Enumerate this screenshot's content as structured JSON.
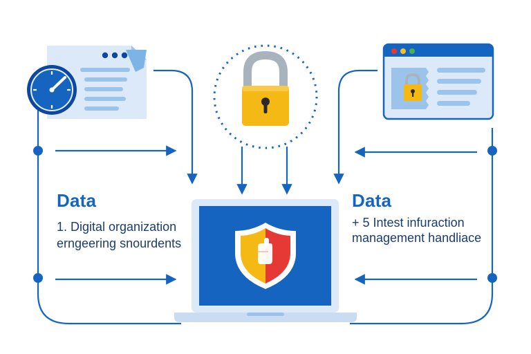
{
  "colors": {
    "blue": "#1565c0",
    "navy": "#0d47a1",
    "light_blue": "#dbe9f8",
    "mid_blue": "#9cc3ea",
    "gold": "#f5b916",
    "gray": "#a9b3bd",
    "red": "#e53935",
    "yellow_dot": "#f7c21b",
    "green_dot": "#4caf50",
    "text": "#1a3d6d"
  },
  "icons": {
    "clock": "clock-icon",
    "document": "document-icon",
    "padlock": "padlock-icon",
    "browser": "browser-window-icon",
    "laptop": "laptop-icon",
    "shield": "shield-icon",
    "fist": "fist-icon"
  },
  "left_panel": {
    "title": "Data",
    "line1": "1. Digital organization",
    "line2": "erngeering snourdents"
  },
  "right_panel": {
    "title": "Data",
    "line1": "+ 5 Intest infuraction",
    "line2": "management handliace"
  }
}
